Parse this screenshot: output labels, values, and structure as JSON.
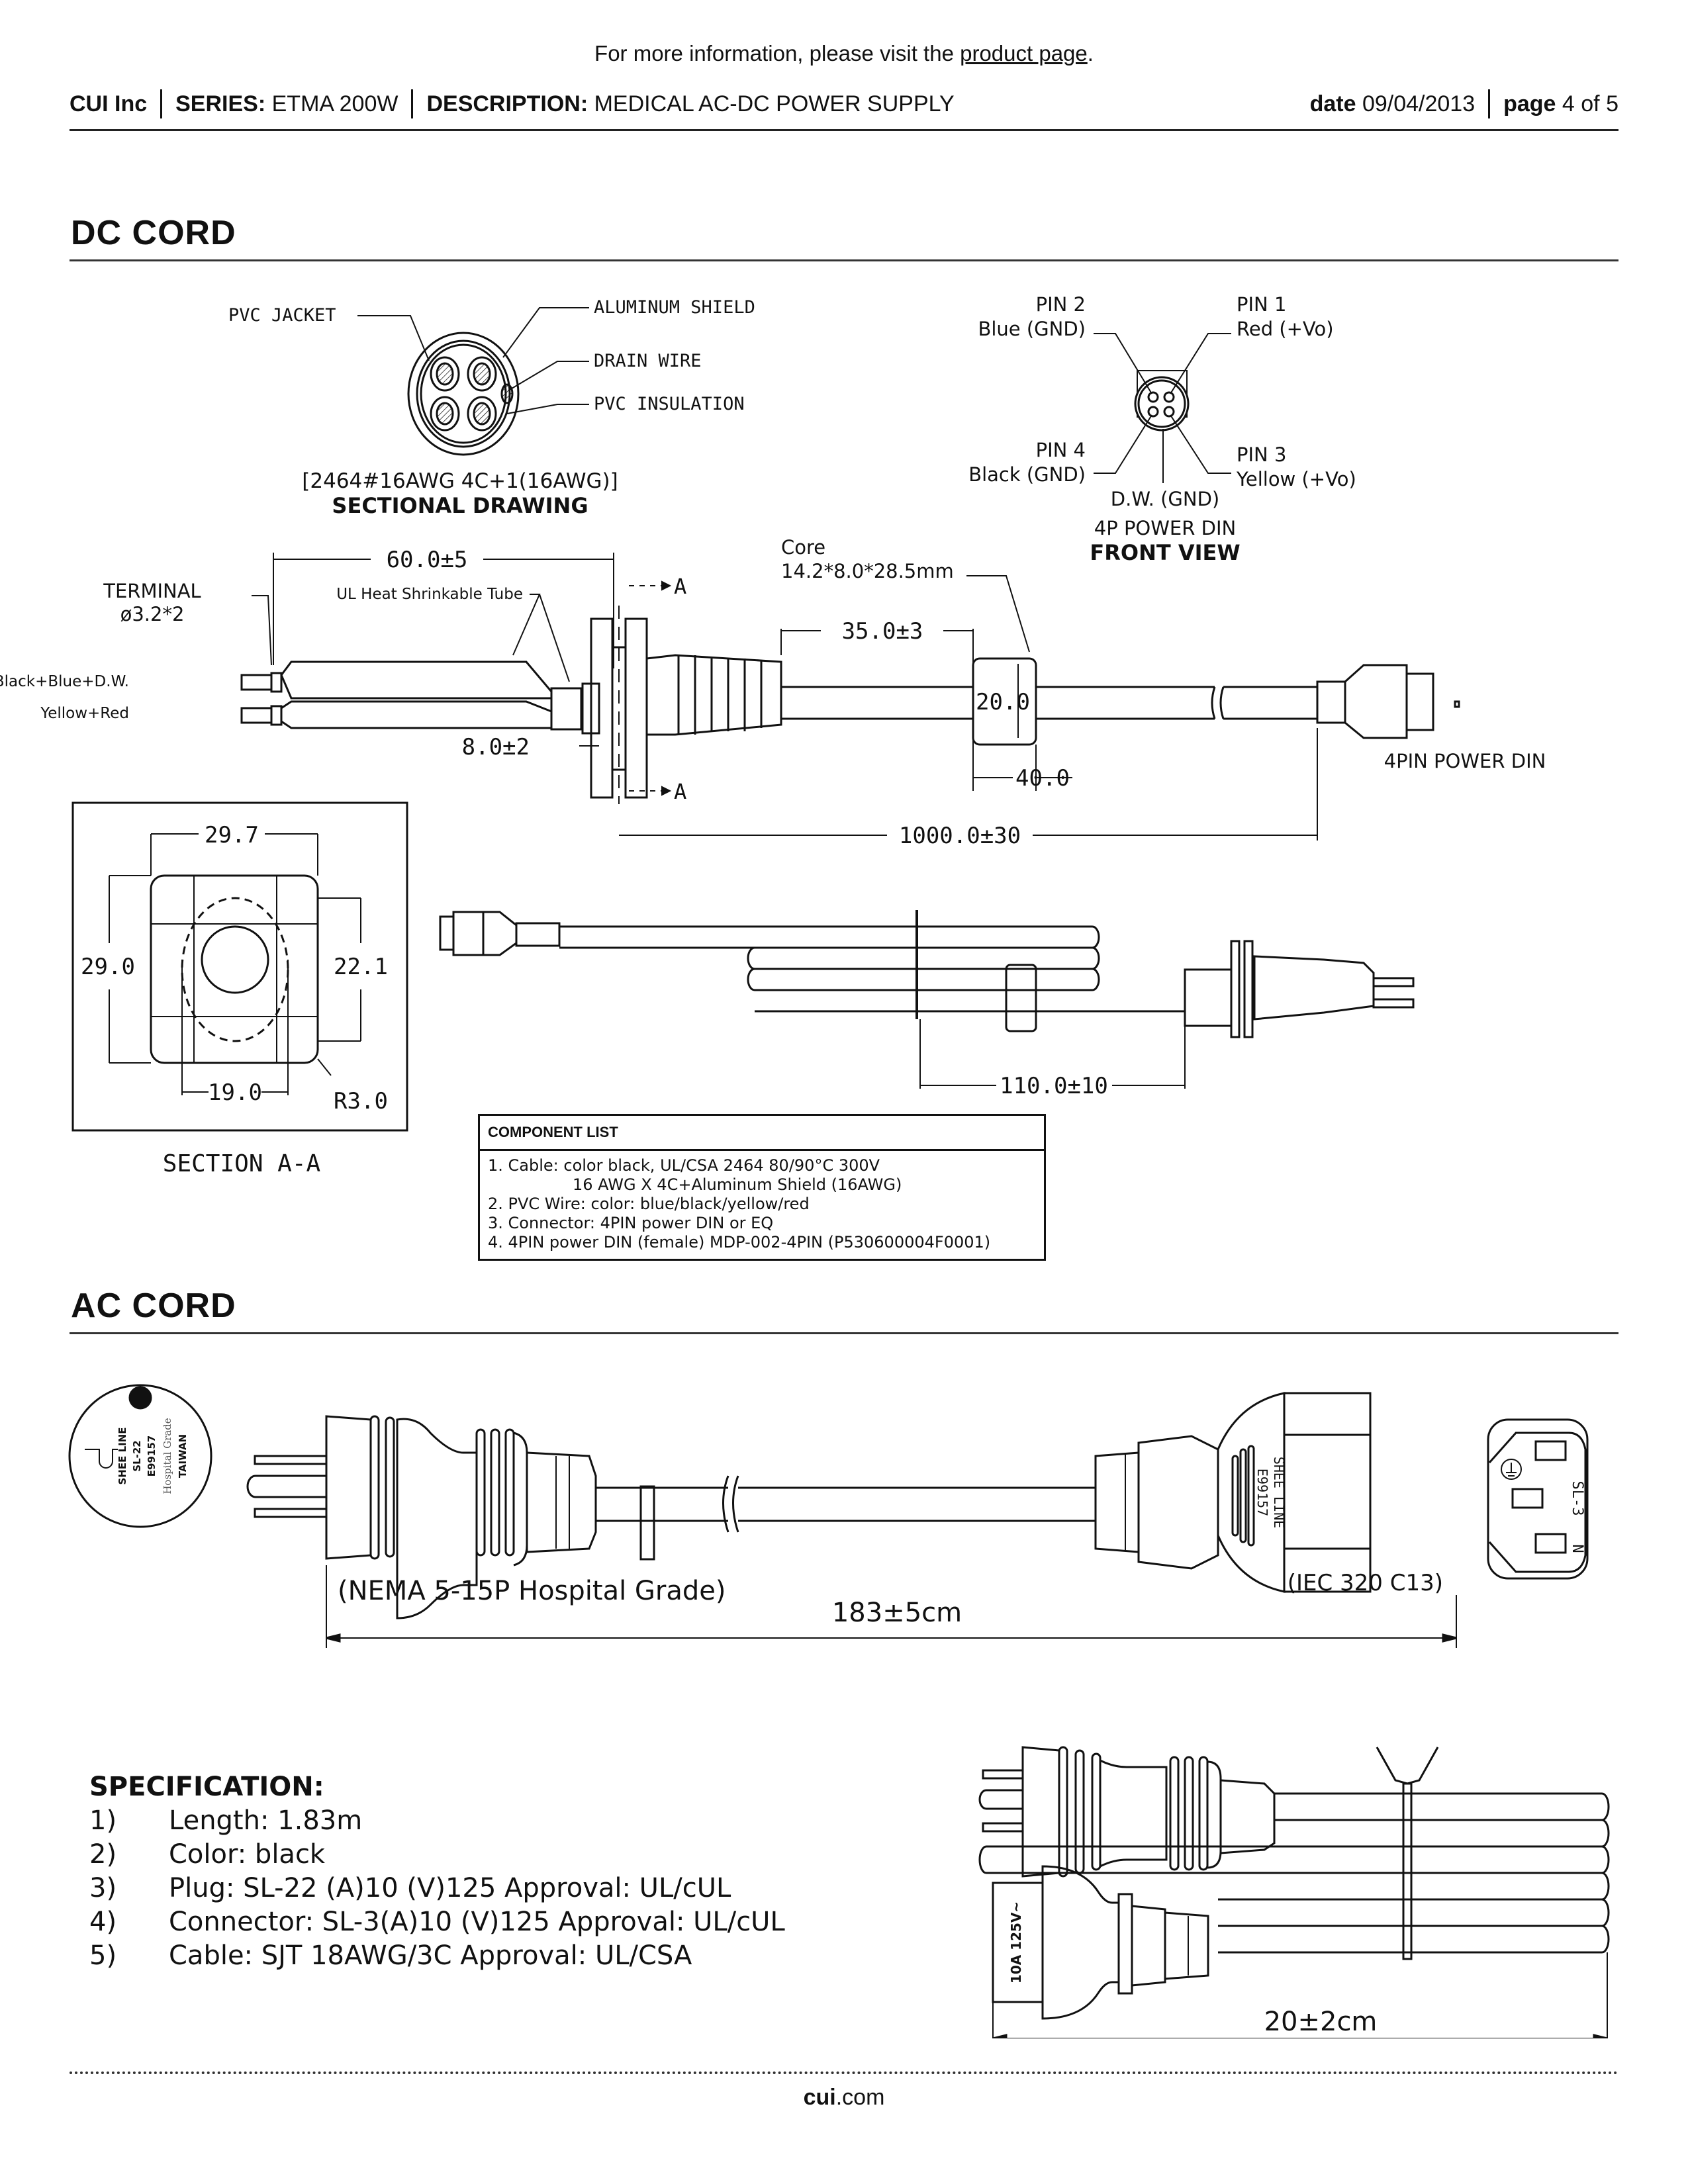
{
  "top_note": {
    "prefix": "For more information, please visit the ",
    "link": "product page",
    "suffix": "."
  },
  "header": {
    "company": "CUI Inc",
    "series_label": "SERIES:",
    "series_value": "ETMA 200W",
    "description_label": "DESCRIPTION:",
    "description_value": "MEDICAL AC-DC POWER SUPPLY",
    "date_label": "date",
    "date_value": "09/04/2013",
    "page_label": "page",
    "page_value": "4 of 5"
  },
  "dc_cord": {
    "title": "DC CORD",
    "sectional": {
      "labels": {
        "pvc_jacket": "PVC JACKET",
        "aluminum_shield": "ALUMINUM SHIELD",
        "drain_wire": "DRAIN WIRE",
        "pvc_insulation": "PVC INSULATION"
      },
      "spec": "[2464#16AWG 4C+1(16AWG)]",
      "caption": "SECTIONAL DRAWING"
    },
    "front_view": {
      "pin2": {
        "name": "PIN 2",
        "desc": "Blue (GND)"
      },
      "pin1": {
        "name": "PIN 1",
        "desc": "Red (+Vo)"
      },
      "pin4": {
        "name": "PIN 4",
        "desc": "Black (GND)"
      },
      "pin3": {
        "name": "PIN 3",
        "desc": "Yellow (+Vo)"
      },
      "dw": "D.W. (GND)",
      "title": "4P POWER DIN",
      "caption": "FRONT VIEW"
    },
    "assembly": {
      "terminal": "TERMINAL",
      "terminal_size": "ø3.2*2",
      "wire_group_1": "Black+Blue+D.W.",
      "wire_group_2": "Yellow+Red",
      "heat_shrink": "UL Heat Shrinkable Tube",
      "dim_60": "60.0±5",
      "dim_8": "8.0±2",
      "section_marker": "A",
      "core_label": "Core",
      "core_size": "14.2*8.0*28.5mm",
      "dim_35": "35.0±3",
      "dim_20": "20.0",
      "dim_40": "40.0",
      "dim_1000": "1000.0±30",
      "connector_label": "4PIN POWER DIN"
    },
    "section_aa": {
      "dim_top": "29.7",
      "dim_left": "29.0",
      "dim_right": "22.1",
      "dim_bottom": "19.0",
      "radius": "R3.0",
      "caption": "SECTION A-A"
    },
    "coiled": {
      "dim_110": "110.0±10"
    },
    "component_list": {
      "title": "COMPONENT LIST",
      "items": [
        "1. Cable: color black, UL/CSA 2464 80/90°C 300V",
        "16 AWG X 4C+Aluminum Shield (16AWG)",
        "2. PVC Wire: color: blue/black/yellow/red",
        "3. Connector: 4PIN power DIN or EQ",
        "4. 4PIN power DIN (female) MDP-002-4PIN (P530600004F0001)"
      ]
    }
  },
  "ac_cord": {
    "title": "AC CORD",
    "plug_face": {
      "brand": "SHEE LINE",
      "model": "SL-22",
      "file": "E99157",
      "grade": "Hospital Grade",
      "origin": "TAIWAN"
    },
    "plug_label": "(NEMA 5-15P Hospital Grade)",
    "connector_label": "(IEC 320 C13)",
    "connector_marking": {
      "brand": "SHEE LINE",
      "file": "E99157"
    },
    "connector_face": {
      "model": "SL-3",
      "neutral": "N"
    },
    "length": "183±5cm",
    "coiled_rating": "10A 125V~",
    "coiled_length": "20±2cm",
    "specification": {
      "title": "SPECIFICATION:",
      "items": [
        {
          "num": "1)",
          "text": "Length: 1.83m"
        },
        {
          "num": "2)",
          "text": "Color: black"
        },
        {
          "num": "3)",
          "text": "Plug: SL-22 (A)10 (V)125 Approval: UL/cUL"
        },
        {
          "num": "4)",
          "text": "Connector: SL-3(A)10 (V)125 Approval: UL/cUL"
        },
        {
          "num": "5)",
          "text": "Cable: SJT 18AWG/3C Approval: UL/CSA"
        }
      ]
    }
  },
  "footer": {
    "brand": "cui",
    "domain": ".com"
  }
}
